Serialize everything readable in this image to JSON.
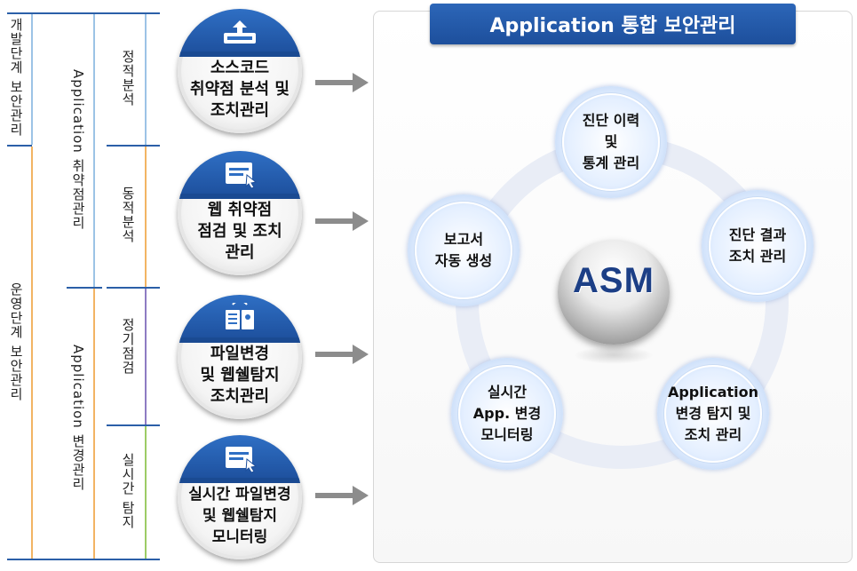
{
  "left": {
    "phases": [
      {
        "label": "개발단계 보안관리"
      },
      {
        "label": "운영단계 보안관리"
      }
    ],
    "categories": [
      {
        "label": "Application 취약점관리"
      },
      {
        "label": "Application 변경관리"
      }
    ],
    "methods": [
      {
        "label": "정적분석"
      },
      {
        "label": "동적분석"
      },
      {
        "label": "정기점검"
      },
      {
        "label": "실시간 탐지"
      }
    ]
  },
  "badges": [
    {
      "label": "소스코드\n취약점 분석 및\n조치관리",
      "icon": "source-code-icon"
    },
    {
      "label": "웹 취약점\n점검 및 조치\n관리",
      "icon": "web-scan-icon"
    },
    {
      "label": "파일변경\n및 웹쉘탐지\n조치관리",
      "icon": "file-change-icon"
    },
    {
      "label": "실시간 파일변경\n및 웹쉘탐지\n모니터링",
      "icon": "realtime-monitor-icon"
    }
  ],
  "panel": {
    "title": "Application 통합 보안관리",
    "center": "ASM",
    "nodes": [
      {
        "label": "진단 이력\n및\n통계 관리"
      },
      {
        "label": "진단 결과\n조치 관리"
      },
      {
        "label": "Application\n변경 탐지 및\n조치 관리"
      },
      {
        "label": "실시간\nApp. 변경\n모니터링"
      },
      {
        "label": "보고서\n자동 생성"
      }
    ]
  },
  "colors": {
    "brand_blue": "#1d4f9c",
    "line_orange": "#f2b463",
    "line_green": "#9ccc65",
    "line_purple": "#8e7cc3",
    "line_light_blue": "#9cc3e6"
  }
}
